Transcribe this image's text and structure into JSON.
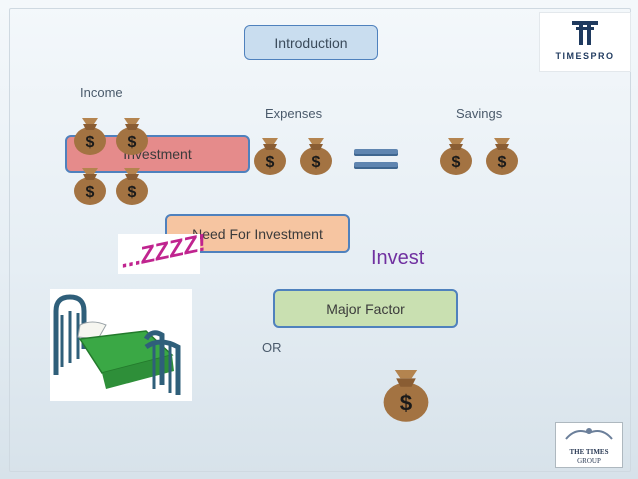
{
  "slide": {
    "title": "Introduction",
    "logo": {
      "text": "TIMESPRO",
      "icon": "timespro-logo-icon"
    },
    "labels": {
      "income": "Income",
      "expenses": "Expenses",
      "savings": "Savings",
      "investment": "Investment",
      "need_for_investment": "Need For Investment",
      "invest": "Invest",
      "major_factor": "Major Factor",
      "or": "OR",
      "sleep": "...ZZZZ!"
    },
    "footer_logo": {
      "line1": "THE TIMES",
      "line2": "GROUP"
    },
    "icons": [
      "money-bag-icon",
      "bed-icon",
      "equals-icon",
      "sleep-zzz-icon"
    ],
    "colors": {
      "title_box": "#c9ddef",
      "investment_box": "#e58b8b",
      "need_box": "#f6c5a1",
      "major_box": "#c9e0b1",
      "invest_text": "#7030a0",
      "accent_blue": "#4f81bd"
    }
  }
}
